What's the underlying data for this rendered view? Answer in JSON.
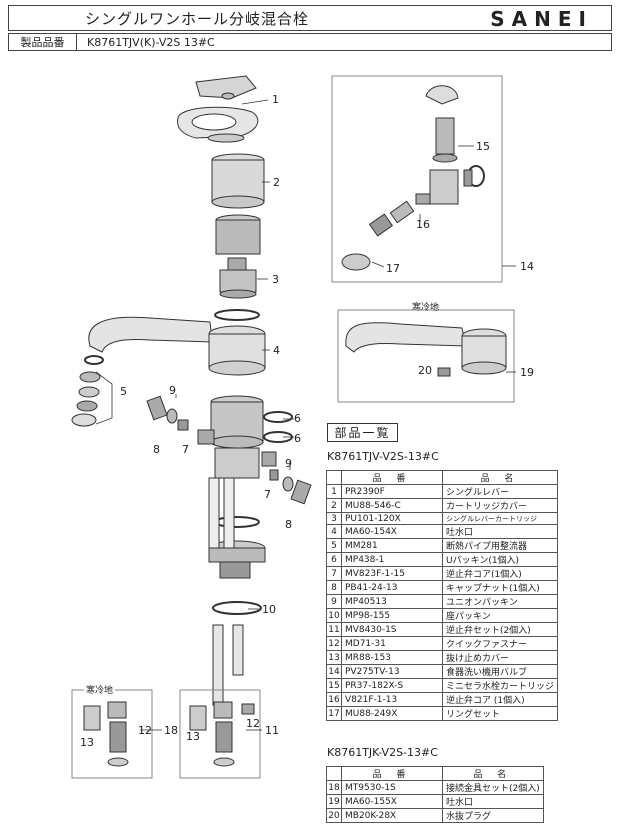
{
  "header": {
    "title": "シングルワンホール分岐混合栓",
    "brand": "SANEI",
    "product_code_label": "製品品番",
    "product_code": "K8761TJV(K)-V2S 13#C"
  },
  "diagram": {
    "callouts": [
      "1",
      "2",
      "3",
      "4",
      "5",
      "6",
      "6",
      "7",
      "7",
      "8",
      "8",
      "9",
      "9",
      "10",
      "11",
      "12",
      "12",
      "13",
      "13",
      "14",
      "15",
      "16",
      "17",
      "18",
      "19",
      "20"
    ],
    "inset_cold_label": "寒冷地",
    "inset_cold_label_bottom": "寒冷地"
  },
  "parts_section": {
    "title": "部品一覧",
    "model_a": "K8761TJV-V2S-13#C",
    "model_b": "K8761TJK-V2S-13#C",
    "col_code": "品 番",
    "col_name": "品 名",
    "rows_a": [
      {
        "no": "1",
        "code": "PR2390F",
        "name": "シングルレバー"
      },
      {
        "no": "2",
        "code": "MU88-546-C",
        "name": "カートリッジカバー"
      },
      {
        "no": "3",
        "code": "PU101-120X",
        "name": "シングルレバーカートリッジ"
      },
      {
        "no": "4",
        "code": "MA60-154X",
        "name": "吐水口"
      },
      {
        "no": "5",
        "code": "MM281",
        "name": "断熱パイプ用整流器"
      },
      {
        "no": "6",
        "code": "MP438-1",
        "name": "Uパッキン(1個入)"
      },
      {
        "no": "7",
        "code": "MV823F-1-15",
        "name": "逆止弁コア(1個入)"
      },
      {
        "no": "8",
        "code": "PB41-24-13",
        "name": "キャップナット(1個入)"
      },
      {
        "no": "9",
        "code": "MP40513",
        "name": "ユニオンパッキン"
      },
      {
        "no": "10",
        "code": "MP98-155",
        "name": "座パッキン"
      },
      {
        "no": "11",
        "code": "MV8430-1S",
        "name": "逆止弁セット(2個入)"
      },
      {
        "no": "12",
        "code": "MD71-31",
        "name": "クイックファスナー"
      },
      {
        "no": "13",
        "code": "MR88-153",
        "name": "抜け止めカバー"
      },
      {
        "no": "14",
        "code": "PV275TV-13",
        "name": "食器洗い機用バルブ"
      },
      {
        "no": "15",
        "code": "PR37-182X-S",
        "name": "ミニセラ水栓カートリッジ"
      },
      {
        "no": "16",
        "code": "V821F-1-13",
        "name": "逆止弁コア (1個入)"
      },
      {
        "no": "17",
        "code": "MU88-249X",
        "name": "リングセット"
      }
    ],
    "rows_b": [
      {
        "no": "18",
        "code": "MT9530-1S",
        "name": "接続金具セット(2個入)"
      },
      {
        "no": "19",
        "code": "MA60-155X",
        "name": "吐水口"
      },
      {
        "no": "20",
        "code": "MB20K-28X",
        "name": "水抜プラグ"
      }
    ]
  }
}
